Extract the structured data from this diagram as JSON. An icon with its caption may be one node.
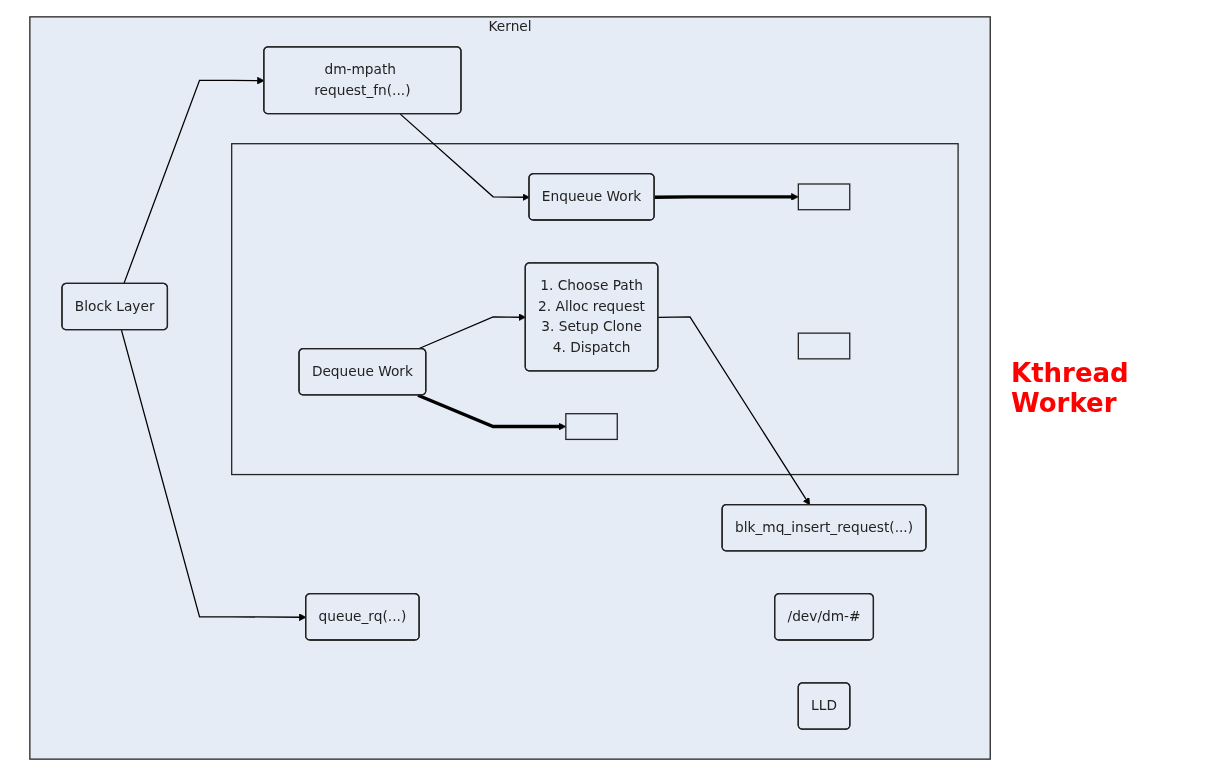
{
  "diagram": {
    "nodes": [
      {
        "text": [
          "Kernel"
        ]
      },
      {
        "text": [
          "Block Layer"
        ],
        "in": 0
      },
      {
        "text": [
          "blk_mq_insert_request(...)"
        ],
        "in": 0
      },
      {
        "text": [],
        "shape": "box",
        "in": 0
      },
      {
        "text": [
          "dm-mpath request_fn(...)"
        ],
        "in": 0
      },
      {
        "text": [
          "/dev/dm-#"
        ],
        "in": 0
      },
      {
        "text": [
          "1. Choose Path",
          "2. Alloc request",
          "3. Setup Clone",
          "4. Dispatch"
        ],
        "in": 3
      },
      {
        "text": [
          "Enqueue Work"
        ],
        "in": 3
      },
      {
        "text": [
          "Dequeue Work"
        ],
        "in": 3
      },
      {
        "text": [],
        "shape": "box",
        "in": 3
      },
      {
        "text": [],
        "shape": "box",
        "in": 3
      },
      {
        "text": [],
        "shape": "box",
        "in": 3
      },
      {
        "text": [
          "LLD"
        ],
        "in": 0
      },
      {
        "text": [
          "queue_rq(...)"
        ],
        "in": 0
      }
    ],
    "edges": [
      {
        "from": 1,
        "to": 4,
        "arrow": "to"
      },
      {
        "from": 4,
        "to": 7,
        "arrow": "to"
      },
      {
        "from": 8,
        "to": 6,
        "arrow": "to"
      },
      {
        "from": 6,
        "to": 2,
        "arrow": "to"
      },
      {
        "from": 7,
        "to": 9,
        "arrow": "to",
        "style": "thick"
      },
      {
        "from": 8,
        "to": 11,
        "arrow": "to",
        "style": "thick"
      },
      {
        "from": 1,
        "to": 13,
        "arrow": "to"
      }
    ],
    "labels": [
      "Kthread Worker"
    ]
  }
}
